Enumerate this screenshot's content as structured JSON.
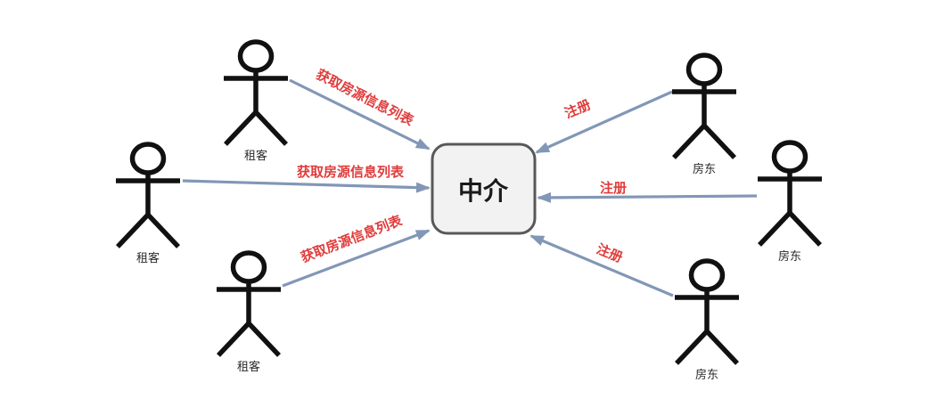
{
  "center_box": {
    "label": "中介"
  },
  "actors": [
    {
      "role": "tenant",
      "position": "top-left",
      "label": "租客"
    },
    {
      "role": "tenant",
      "position": "middle-left",
      "label": "租客"
    },
    {
      "role": "tenant",
      "position": "bottom-left",
      "label": "租客"
    },
    {
      "role": "landlord",
      "position": "top-right",
      "label": "房东"
    },
    {
      "role": "landlord",
      "position": "middle-right",
      "label": "房东"
    },
    {
      "role": "landlord",
      "position": "bottom-right",
      "label": "房东"
    }
  ],
  "arrows": [
    {
      "from": "租客 (top-left)",
      "to": "中介",
      "label": "获取房源信息列表"
    },
    {
      "from": "租客 (middle-left)",
      "to": "中介",
      "label": "获取房源信息列表"
    },
    {
      "from": "租客 (bottom-left)",
      "to": "中介",
      "label": "获取房源信息列表"
    },
    {
      "from": "房东 (top-right)",
      "to": "中介",
      "label": "注册"
    },
    {
      "from": "房东 (middle-right)",
      "to": "中介",
      "label": "注册"
    },
    {
      "from": "房东 (bottom-right)",
      "to": "中介",
      "label": "注册"
    }
  ],
  "colors": {
    "arrow": "#8297b6",
    "arrow_label": "#e03c3c",
    "actor_stroke": "#111111",
    "actor_label": "#2a2a2a",
    "box_fill": "#f2f2f2",
    "box_border": "#58585a",
    "box_label": "#1a1a1a",
    "background": "#ffffff"
  }
}
